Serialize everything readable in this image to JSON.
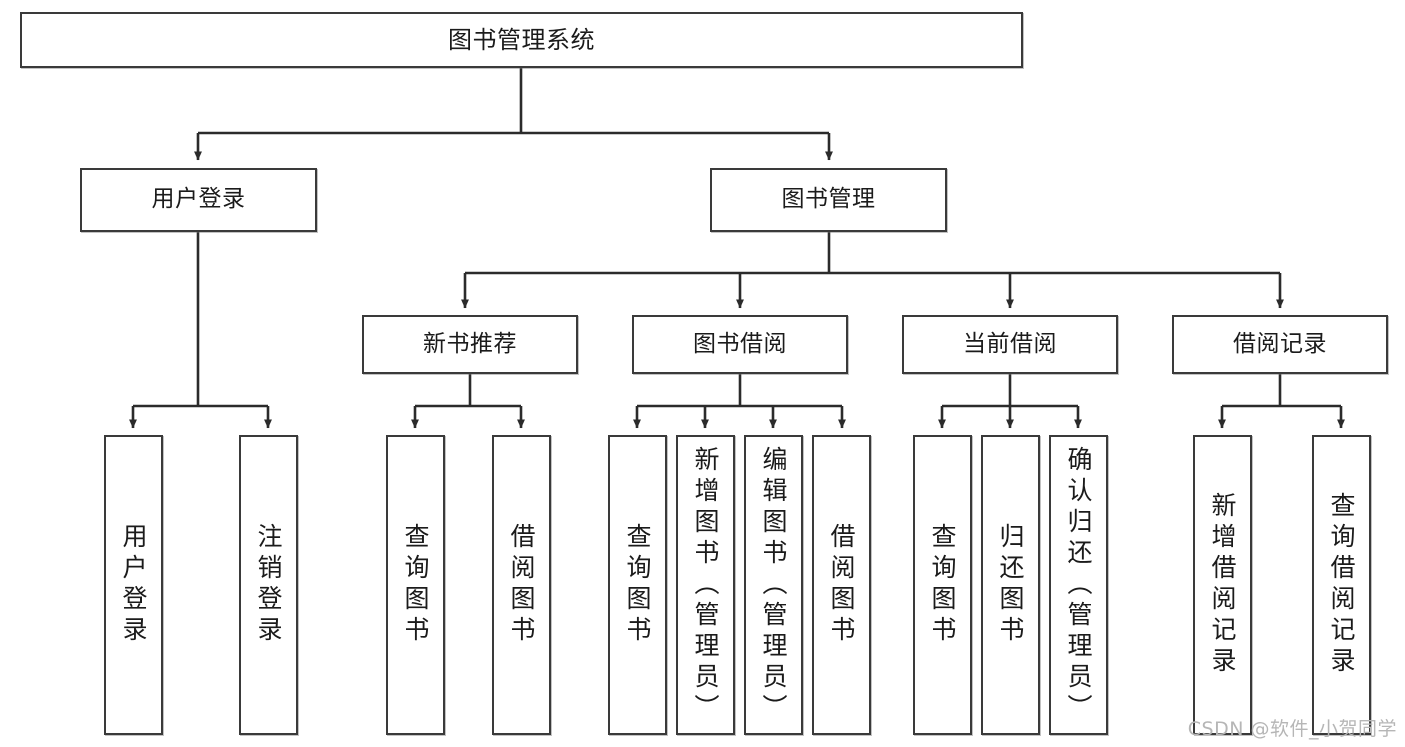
{
  "diagram": {
    "title": "图书管理系统",
    "watermark": "CSDN @软件_小贺同学",
    "colors": {
      "node_border": "#3a3a3a",
      "node_fill": "#ffffff",
      "edge": "#2b2b2b",
      "text": "#1b1b1b",
      "watermark": "#b6b6b6"
    },
    "levels": {
      "root": [
        "图书管理系统"
      ],
      "level2": [
        "用户登录",
        "图书管理"
      ],
      "level3": [
        "新书推荐",
        "图书借阅",
        "当前借阅",
        "借阅记录"
      ],
      "leaves": [
        "用户登录",
        "注销登录",
        "查询图书",
        "借阅图书",
        "查询图书",
        "新增图书（管理员）",
        "编辑图书（管理员）",
        "借阅图书",
        "查询图书",
        "归还图书",
        "确认归还（管理员）",
        "新增借阅记录",
        "查询借阅记录"
      ]
    },
    "nodes": {
      "root": {
        "label": "图书管理系统"
      },
      "user_login": {
        "label": "用户登录"
      },
      "book_manage": {
        "label": "图书管理"
      },
      "new_book_rec": {
        "label": "新书推荐"
      },
      "book_borrow": {
        "label": "图书借阅"
      },
      "current_borrow": {
        "label": "当前借阅"
      },
      "borrow_record": {
        "label": "借阅记录"
      },
      "leaf_user_login": {
        "label": "用户登录"
      },
      "leaf_user_logout": {
        "label": "注销登录"
      },
      "leaf_rec_query": {
        "label": "查询图书"
      },
      "leaf_rec_borrow": {
        "label": "借阅图书"
      },
      "leaf_borrow_query": {
        "label": "查询图书"
      },
      "leaf_borrow_add": {
        "label": "新增图书（管理员）"
      },
      "leaf_borrow_edit": {
        "label": "编辑图书（管理员）"
      },
      "leaf_borrow_borrow": {
        "label": "借阅图书"
      },
      "leaf_cur_query": {
        "label": "查询图书"
      },
      "leaf_cur_return": {
        "label": "归还图书"
      },
      "leaf_cur_confirm": {
        "label": "确认归还（管理员）"
      },
      "leaf_rec_add": {
        "label": "新增借阅记录"
      },
      "leaf_rec_query2": {
        "label": "查询借阅记录"
      }
    }
  }
}
